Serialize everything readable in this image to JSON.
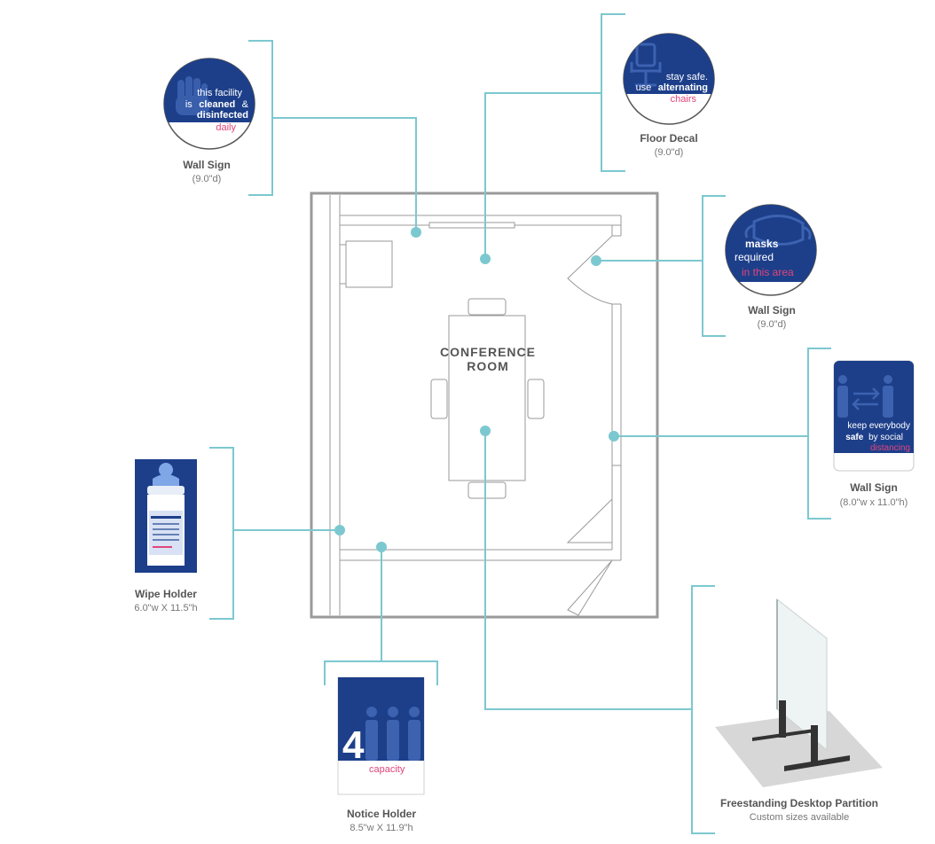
{
  "colors": {
    "connector": "#7cc8d0",
    "wall": "#9a9a9a",
    "navy": "#1d3f8a",
    "pink": "#e0457b"
  },
  "room": {
    "label_line1": "CONFERENCE",
    "label_line2": "ROOM"
  },
  "products": {
    "wall_sign_1": {
      "title": "Wall Sign",
      "size": "(9.0\"d)",
      "text_line1": "this facility",
      "text_line2_plain": "is",
      "text_line2_bold": "cleaned",
      "text_line2_amp": "&",
      "text_line3": "disinfected",
      "text_line4": "daily",
      "icon": "hand-icon"
    },
    "floor_decal": {
      "title": "Floor Decal",
      "size": "(9.0\"d)",
      "text_line1": "stay safe.",
      "text_line2_plain": "use",
      "text_line2_bold": "alternating",
      "text_line3": "chairs",
      "icon": "chair-icon"
    },
    "wall_sign_2": {
      "title": "Wall Sign",
      "size": "(9.0\"d)",
      "text_line1": "masks",
      "text_line2": "required",
      "text_line3": "in this area",
      "icon": "mask-icon"
    },
    "wall_sign_3": {
      "title": "Wall Sign",
      "size": "(8.0\"w x 11.0\"h)",
      "text_line1": "keep everybody",
      "text_line2_bold": "safe",
      "text_line2_plain": "by social",
      "text_line3": "distancing",
      "icon": "distancing-people-icon"
    },
    "wipe_holder": {
      "title": "Wipe Holder",
      "size": "6.0\"w X 11.5\"h",
      "icon": "wipe-canister-icon"
    },
    "notice_holder": {
      "title": "Notice Holder",
      "size": "8.5\"w X 11.9\"h",
      "number": "4",
      "caption": "capacity",
      "icon": "people-icon"
    },
    "partition": {
      "title": "Freestanding Desktop Partition",
      "size": "Custom sizes available",
      "icon": "partition-icon"
    }
  }
}
